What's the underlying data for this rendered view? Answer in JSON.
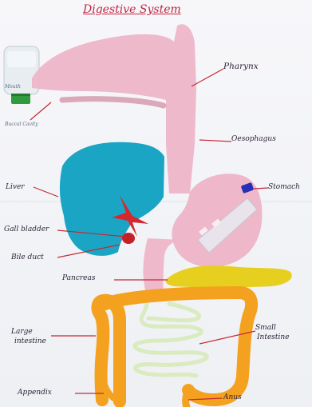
{
  "title": "Digestive System",
  "labels": {
    "pharynx": "Pharynx",
    "oesophagus": "Oesophagus",
    "stomach": "Stomach",
    "liver": "Liver",
    "gall_bladder": "Gall bladder",
    "bile_duct": "Bile duct",
    "pancreas": "Pancreas",
    "large_intestine_line1": "Large",
    "large_intestine_line2": "intestine",
    "small_intestine_line1": "Small",
    "small_intestine_line2": "Intestine",
    "appendix": "Appendix",
    "anus": "Anus",
    "buccal_cavity": "Buccal Cavity",
    "mouth": "Mouth"
  },
  "colors": {
    "title": "#c0253f",
    "pink_tract": "#eeb2c6",
    "liver": "#1aa5c5",
    "gall_bladder": "#d6272f",
    "pancreas": "#e6cf1e",
    "large_intestine": "#f4a11f",
    "small_intestine": "#d8ebbd",
    "pointer": "#c42a33"
  }
}
